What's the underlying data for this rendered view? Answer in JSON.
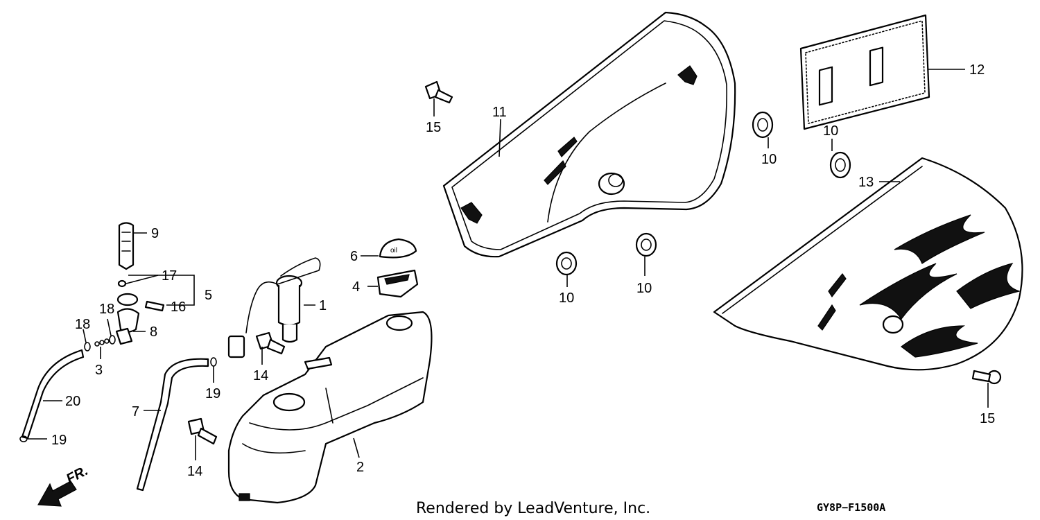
{
  "diagram": {
    "callouts": {
      "c1": "1",
      "c2": "2",
      "c3": "3",
      "c4": "4",
      "c5": "5",
      "c6": "6",
      "c7": "7",
      "c8": "8",
      "c9": "9",
      "c10a": "10",
      "c10b": "10",
      "c10c": "10",
      "c10d": "10",
      "c11": "11",
      "c12": "12",
      "c13": "13",
      "c14a": "14",
      "c14b": "14",
      "c15a": "15",
      "c15b": "15",
      "c16": "16",
      "c17": "17",
      "c18a": "18",
      "c18b": "18",
      "c19a": "19",
      "c19b": "19",
      "c20": "20"
    },
    "cap_text": "oil",
    "direction_label": "FR.",
    "credit": "Rendered by LeadVenture, Inc.",
    "drawing_code": "GY8P−F1500A"
  }
}
